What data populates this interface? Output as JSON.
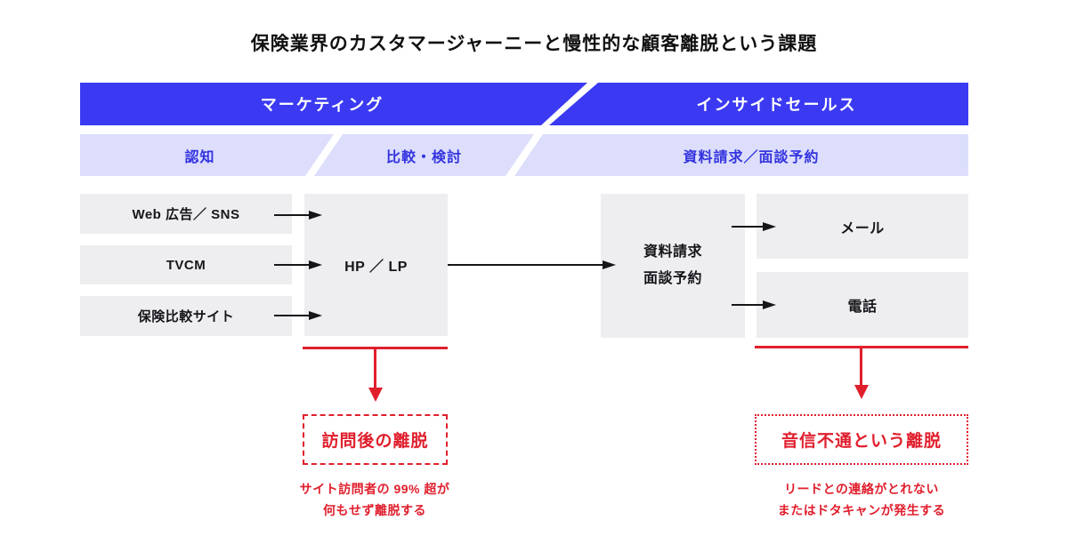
{
  "title": "保険業界のカスタマージャーニーと慢性的な顧客離脱という課題",
  "phases": {
    "marketing": "マーケティング",
    "inside_sales": "インサイドセールス"
  },
  "stages": {
    "awareness": "認知",
    "comparison": "比較・検討",
    "request_booking": "資料請求／面談予約"
  },
  "boxes": {
    "channels": [
      "Web 広告／ SNS",
      "TVCM",
      "保険比較サイト"
    ],
    "hp_lp": "HP ／ LP",
    "request": {
      "line1": "資料請求",
      "line2": "面談予約"
    },
    "mail": "メール",
    "phone": "電話"
  },
  "alerts": {
    "visit_churn": {
      "label": "訪問後の離脱",
      "caption1": "サイト訪問者の 99% 超が",
      "caption2": "何もせず離脱する"
    },
    "contact_churn": {
      "label": "音信不通という離脱",
      "caption1": "リードとの連絡がとれない",
      "caption2": "またはドタキャンが発生する"
    }
  },
  "colors": {
    "phase_band": "#3B3AF2",
    "stage_band": "#DCDEFB",
    "stage_text": "#3333E0",
    "box_bg": "#EEEEF1",
    "box_text": "#15151A",
    "alert_red": "#E01F2D",
    "title_text": "#111111"
  }
}
